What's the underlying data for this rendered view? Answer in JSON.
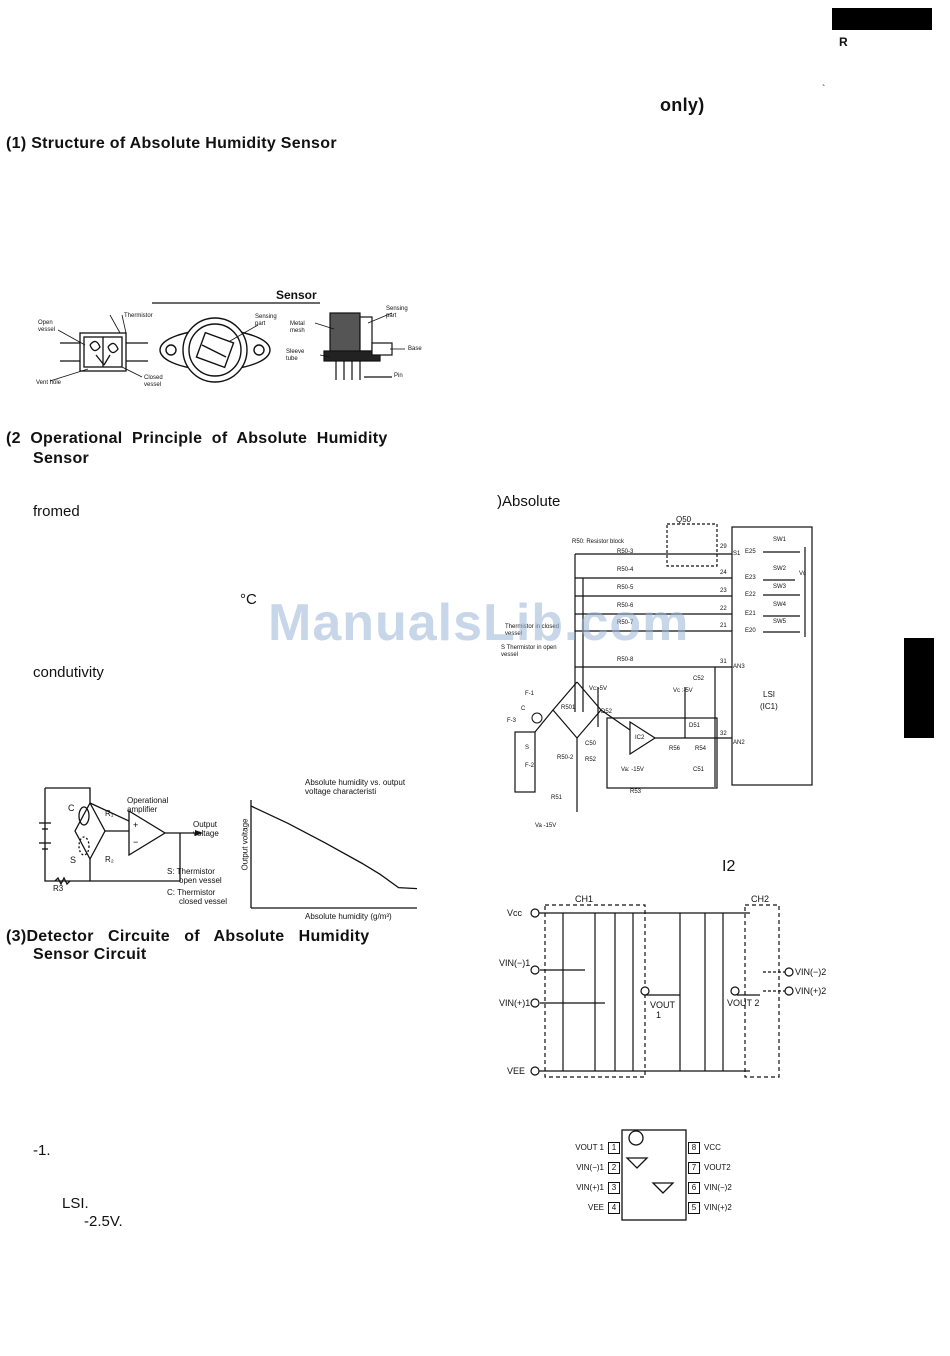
{
  "header": {
    "corner_letter": "R",
    "only_text": "only)",
    "tick": "`"
  },
  "sections": {
    "s1_title": "(1) Structure of Absolute Humidity Sensor",
    "s2_title_line1": "(2  Operational  Principle  of  Absolute  Humidity",
    "s2_title_line2": "Sensor",
    "s3_title_line1": "(3)Detector   Circuite   of   Absolute   Humidity",
    "s3_title_line2": "Sensor Circuit"
  },
  "body_text": {
    "fromed": "fromed",
    "degc": "°C",
    "condutivity": "condutivity",
    "minus1": "-1.",
    "lsi": "LSI.",
    "minus25": "-2.5V.",
    "absolute": ")Absolute",
    "i2": "I2"
  },
  "sensor_figure": {
    "title": "Sensor",
    "labels": [
      "Thermistor",
      "Open vessel",
      "Vent hole",
      "Closed vessel",
      "Sensing part",
      "Metal mesh",
      "Sleeve tube",
      "Sensing part",
      "Base",
      "Pin"
    ]
  },
  "bridge_figure": {
    "opamp_label": "Operational amplifier",
    "output_label": "Output voltage",
    "c_label": "C",
    "s_label": "S",
    "r1": "R₁",
    "r2": "R₂",
    "r3": "R3",
    "legend_s1": "S: Thermistor",
    "legend_s2": "open vessel",
    "legend_c1": "C: Thermistor",
    "legend_c2": "closed vessel"
  },
  "chart_data": {
    "type": "line",
    "title": "Absolute humidity vs. output voltage characteristi",
    "xlabel": "Absolute humidity (g/m³)",
    "ylabel": "Output voltage",
    "series": [
      {
        "x": [
          0,
          2,
          4,
          6,
          7,
          8,
          9
        ],
        "y": [
          10,
          8.3,
          6.4,
          4.4,
          3.3,
          2.0,
          1.9
        ]
      }
    ],
    "xlim": [
      0,
      9
    ],
    "ylim": [
      0,
      10
    ],
    "grid": false
  },
  "detector_circuit": {
    "resistor_block": "R50: Resistor block",
    "q50": "Q50",
    "sw1": "SW1",
    "sw2": "SW2",
    "sw3": "SW3",
    "sw4": "SW4",
    "sw5": "SW5",
    "vc": "Vc",
    "e25": "E25",
    "e23": "E23",
    "e22": "E22",
    "e21": "E21",
    "e20": "E20",
    "r503": "R50-3",
    "r504": "R50-4",
    "r505": "R50-5",
    "r506": "R50-6",
    "r507": "R50-7",
    "r508": "R50-8",
    "pin29": "29",
    "pin24": "24",
    "pin23": "23",
    "pin22": "22",
    "pin21": "21",
    "pin31": "31",
    "pin32": "32",
    "s1": "S1",
    "an3": "AN3",
    "an2": "AN2",
    "lsi": "LSI",
    "ic1": "(IC1)",
    "therm_closed": "Thermistor in closed vessel",
    "therm_open": "S  Thermistor in open vessel",
    "f1": "F-1",
    "f2": "F-2",
    "f3": "F-3",
    "c": "C",
    "s": "S",
    "vc_minus5_a": "Vc:-5V",
    "vc_minus5_b": "Vc :-5V",
    "va_minus15_a": "Va: -15V",
    "va_minus15_b": "Va -15V",
    "d52": "D52",
    "d51": "D51",
    "c52": "C52",
    "c51": "C51",
    "c50": "C50",
    "r501": "R501",
    "r502": "R50-2",
    "r52": "R52",
    "r51": "R51",
    "r53": "R53",
    "r56": "R56",
    "r54": "R54",
    "ic2": "IC2"
  },
  "ic_internal": {
    "ch1": "CH1",
    "ch2": "CH2",
    "vcc": "Vcc",
    "vee": "VEE",
    "vin_minus1": "VIN(−)1",
    "vin_plus1": "VIN(+)1",
    "vout1": "VOUT",
    "vout1_num": "1",
    "vout2": "VOUT 2",
    "vin_minus2": "VIN(−)2",
    "vin_plus2": "VIN(+)2"
  },
  "pinout": {
    "left": [
      {
        "label": "VOUT 1",
        "pin": "1"
      },
      {
        "label": "VIN(−)1",
        "pin": "2"
      },
      {
        "label": "VIN(+)1",
        "pin": "3"
      },
      {
        "label": "VEE",
        "pin": "4"
      }
    ],
    "right": [
      {
        "label": "VCC",
        "pin": "8"
      },
      {
        "label": "VOUT2",
        "pin": "7"
      },
      {
        "label": "VIN(−)2",
        "pin": "6"
      },
      {
        "label": "VIN(+)2",
        "pin": "5"
      }
    ]
  },
  "watermark": "ManualsLib.com"
}
